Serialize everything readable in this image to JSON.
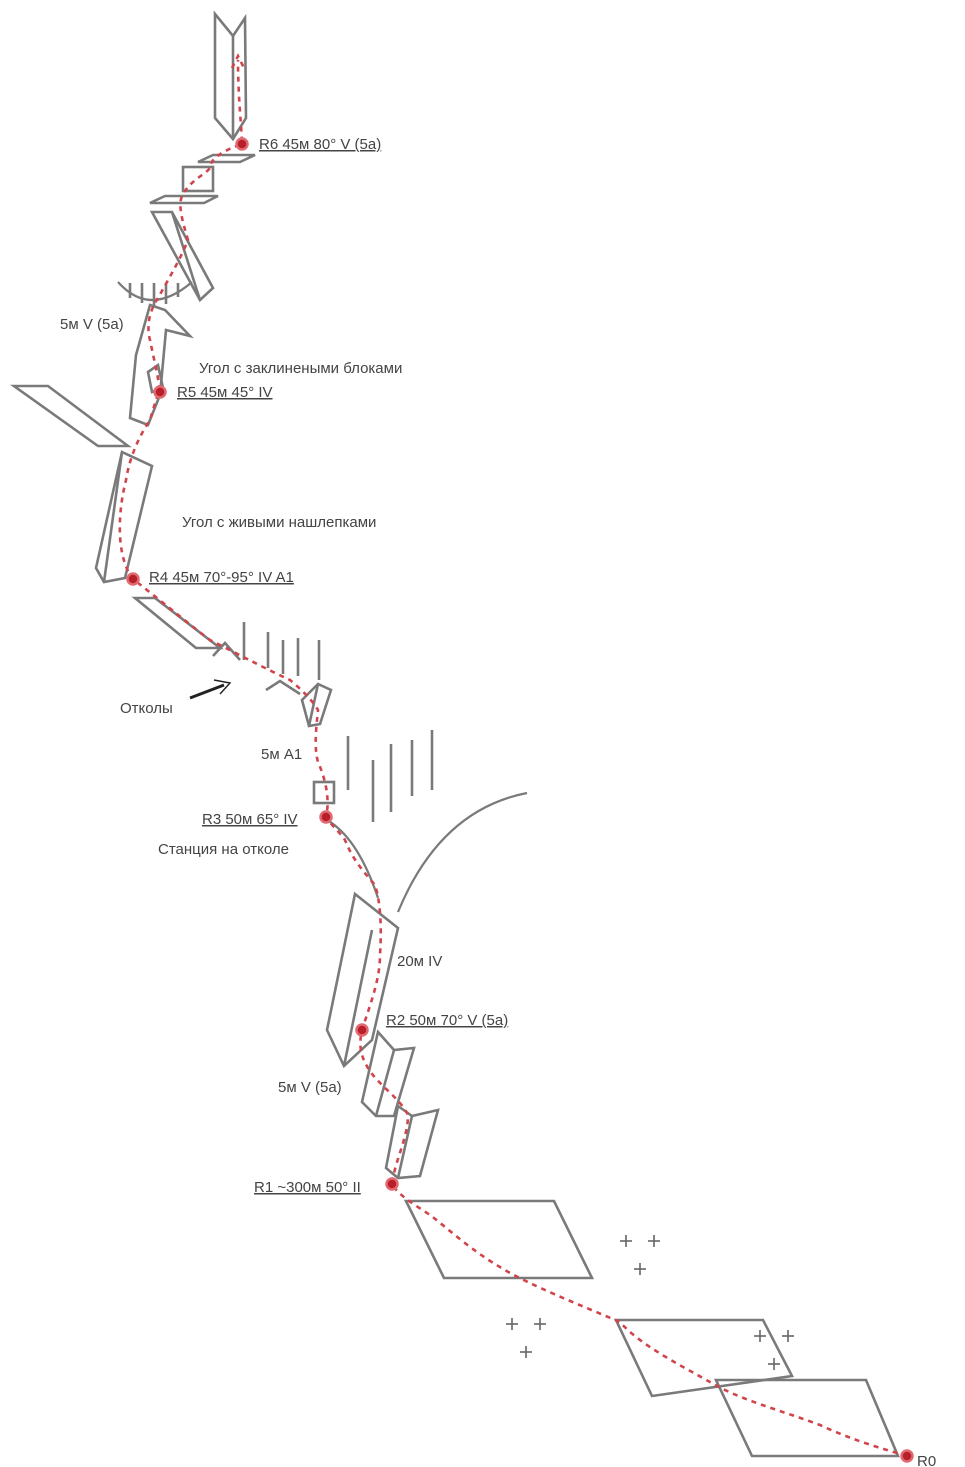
{
  "colors": {
    "rock": "#7a7a7a",
    "route": "#d0454c",
    "anchor": "#b81f2a",
    "text": "#444444"
  },
  "belays": [
    {
      "id": "R6",
      "text": "R6 45м 80° V (5a)"
    },
    {
      "id": "R5",
      "text": "R5 45м 45° IV"
    },
    {
      "id": "R4",
      "text": "R4 45м 70°-95° IV A1"
    },
    {
      "id": "R3",
      "text": "R3 50м 65° IV"
    },
    {
      "id": "R2",
      "text": "R2 50м 70° V (5a)"
    },
    {
      "id": "R1",
      "text": "R1 ~300м 50° II"
    },
    {
      "id": "R0",
      "text": "R0"
    }
  ],
  "notes": {
    "step_5m_v": "5м V (5a)",
    "wedged_corner": "Угол с заклинеными блоками",
    "loose_corner": "Угол с живыми нашлепками",
    "flakes": "Отколы",
    "step_5m_a1": "5м А1",
    "flake_station": "Станция на отколе",
    "step_20m": "20м IV",
    "step_5m_v_lower": "5м V (5a)"
  }
}
